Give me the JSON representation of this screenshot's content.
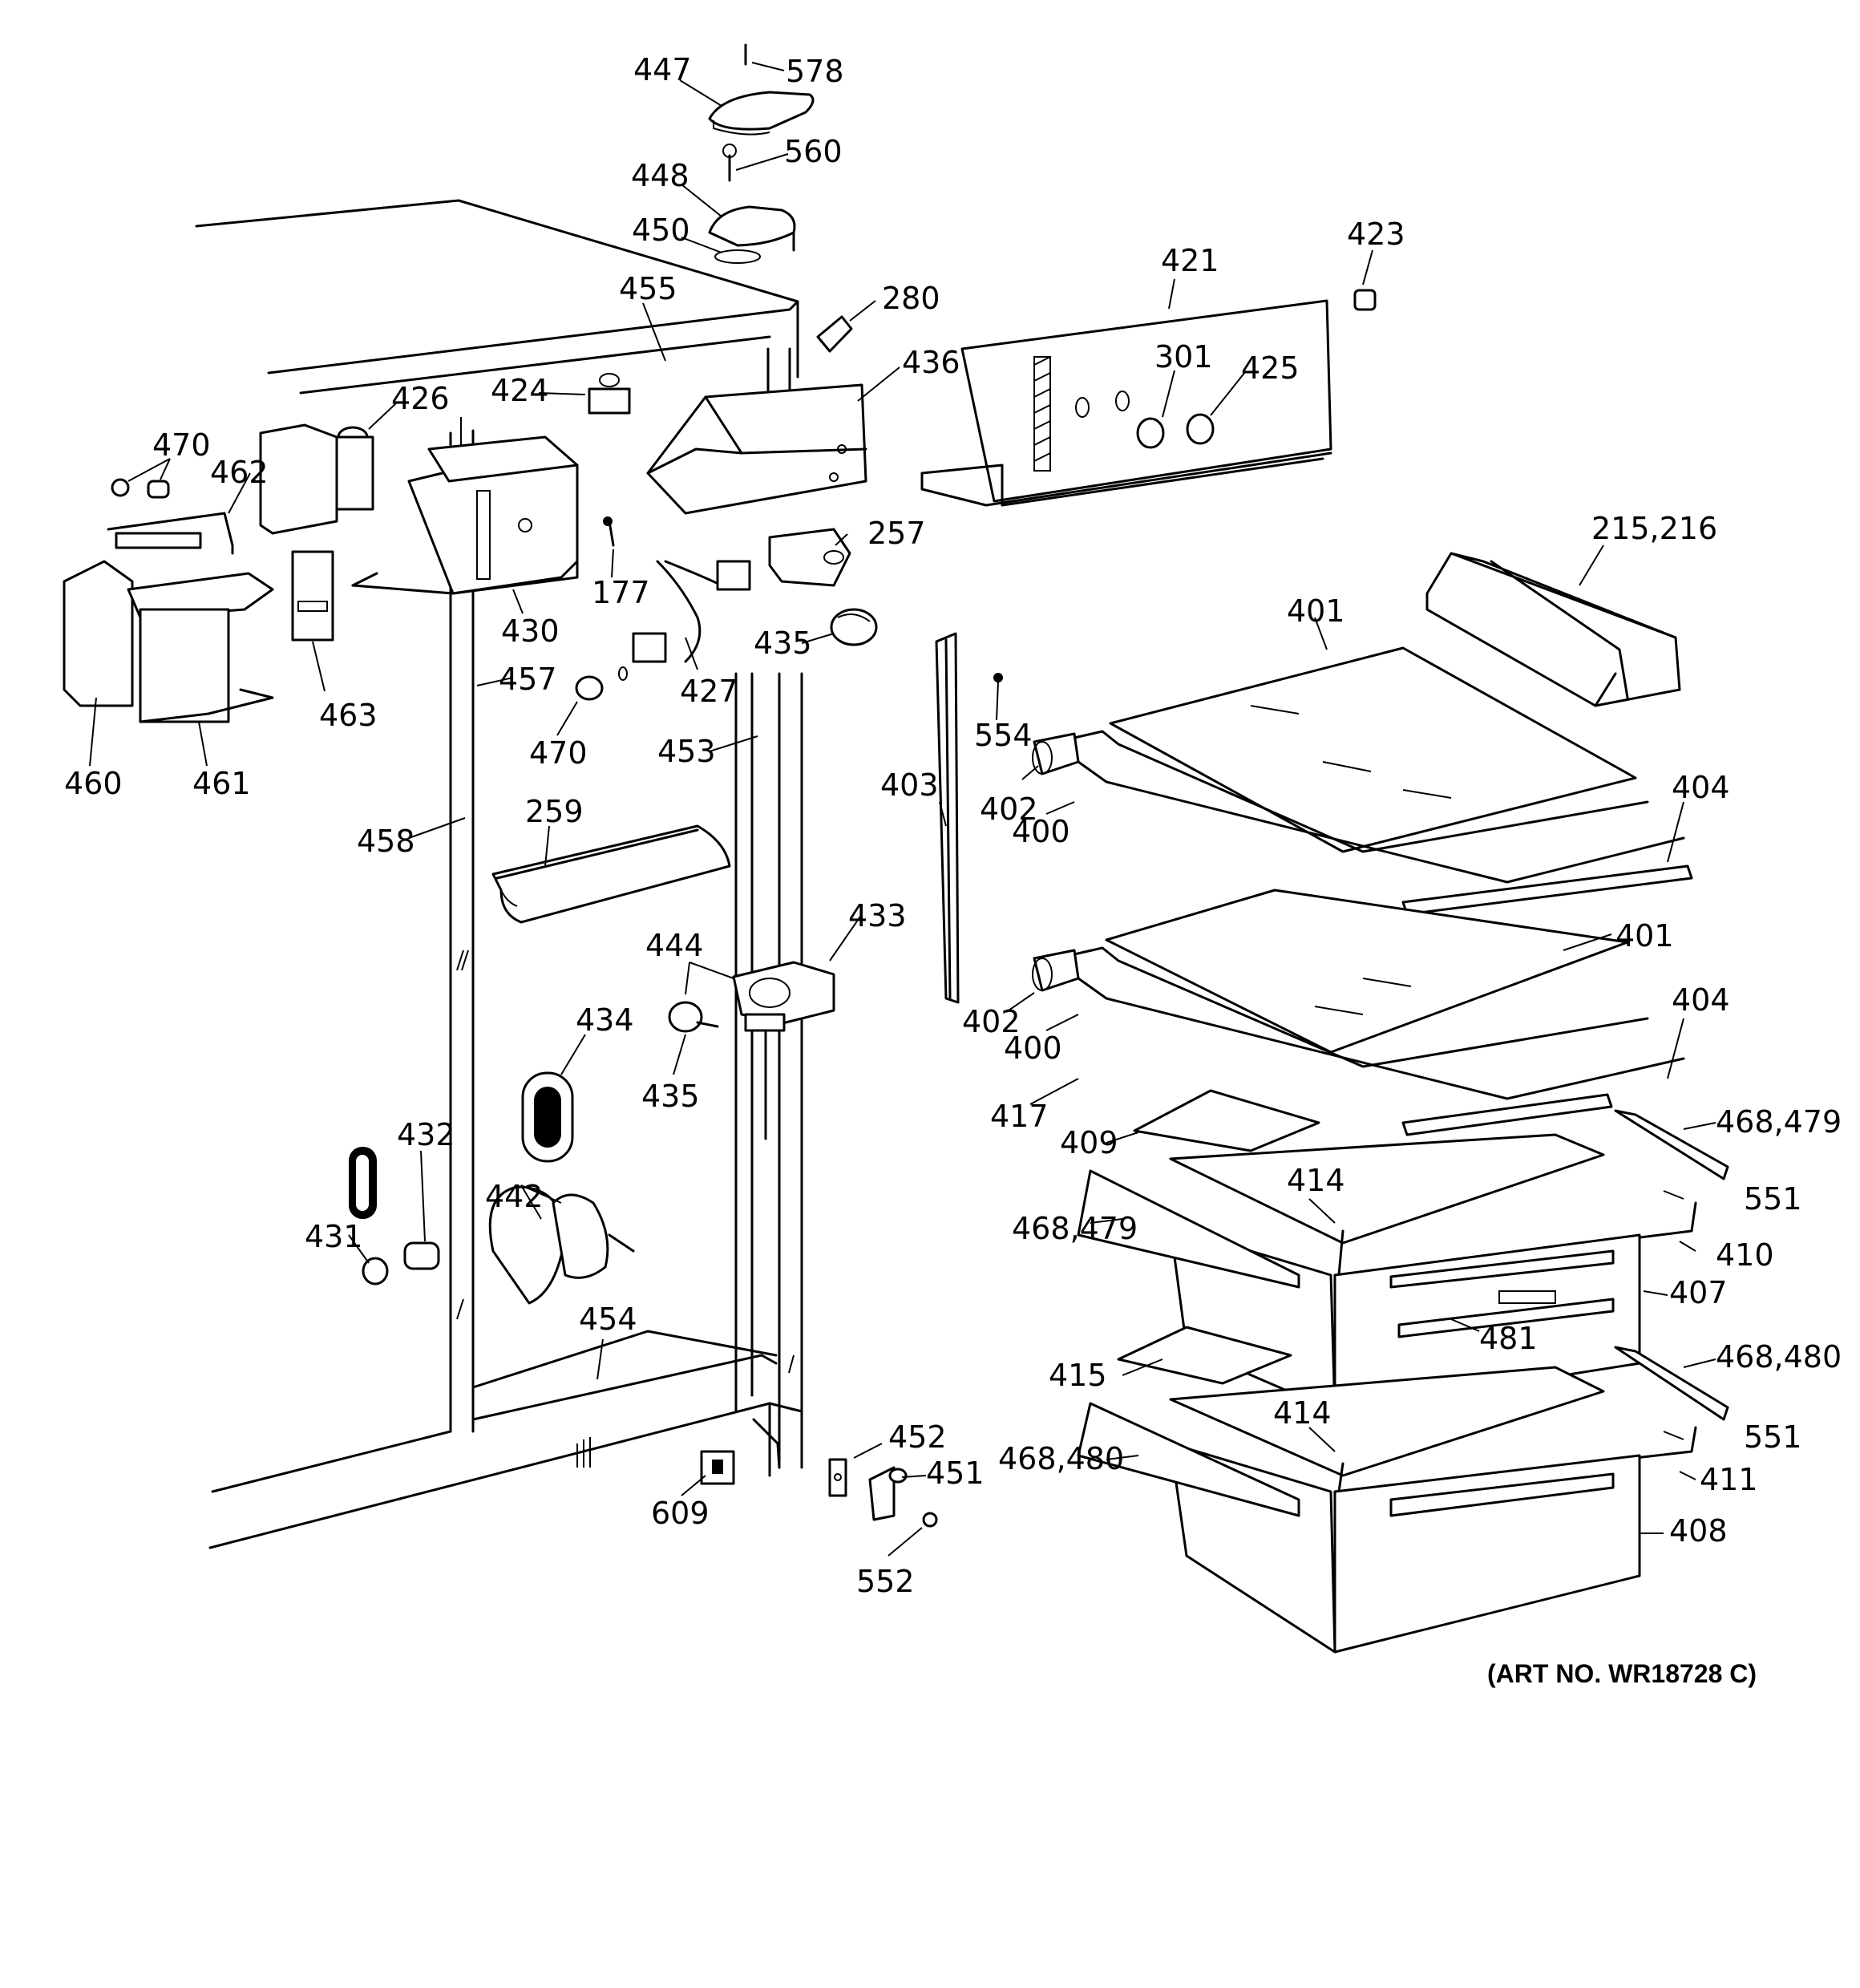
{
  "diagram": {
    "art_number": "(ART NO. WR18728 C)",
    "part_labels": {
      "p447": "447",
      "p578": "578",
      "p448": "448",
      "p560": "560",
      "p450": "450",
      "p455": "455",
      "p280": "280",
      "p421": "421",
      "p423": "423",
      "p436": "436",
      "p424": "424",
      "p426": "426",
      "p470a": "470",
      "p462": "462",
      "p301": "301",
      "p425": "425",
      "p215": "215,216",
      "p257": "257",
      "p177": "177",
      "p430": "430",
      "p401a": "401",
      "p435a": "435",
      "p427": "427",
      "p457": "457",
      "p463": "463",
      "p554": "554",
      "p470b": "470",
      "p453": "453",
      "p460": "460",
      "p461": "461",
      "p403": "403",
      "p402a": "402",
      "p400a": "400",
      "p404a": "404",
      "p458": "458",
      "p259": "259",
      "p433": "433",
      "p401b": "401",
      "p444": "444",
      "p404b": "404",
      "p402b": "402",
      "p434": "434",
      "p400b": "400",
      "p435b": "435",
      "p417": "417",
      "p468a": "468,479",
      "p409": "409",
      "p432": "432",
      "p414a": "414",
      "p551a": "551",
      "p442": "442",
      "p468b": "468,479",
      "p410": "410",
      "p431": "431",
      "p407": "407",
      "p454": "454",
      "p481": "481",
      "p468c": "468,480",
      "p415": "415",
      "p551b": "551",
      "p414b": "414",
      "p452": "452",
      "p468d": "468,480",
      "p451": "451",
      "p411": "411",
      "p609": "609",
      "p408": "408",
      "p552": "552"
    }
  }
}
